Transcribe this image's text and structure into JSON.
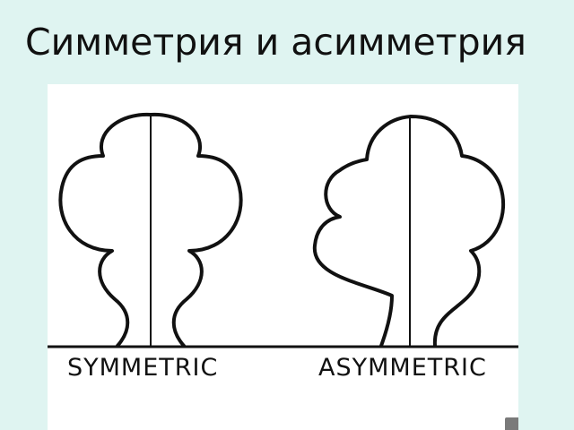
{
  "title": "Симметрия и асимметрия",
  "captions": {
    "left": "SYMMETRIC",
    "right": "ASYMMETRIC"
  },
  "colors": {
    "background": "#dff4f1",
    "panel": "#ffffff",
    "ink": "#111111"
  }
}
